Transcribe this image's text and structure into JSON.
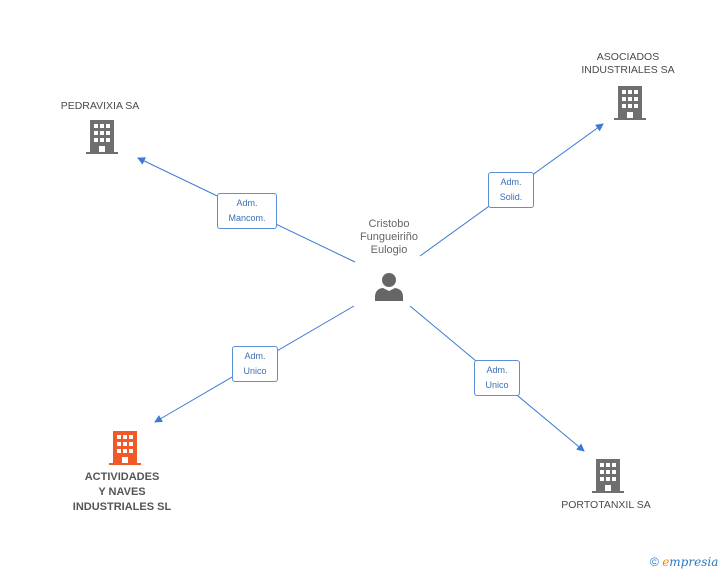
{
  "center": {
    "label": "Cristobo\nFungueiriño\nEulogio",
    "icon": "person-icon"
  },
  "companies": [
    {
      "id": "pedravixia",
      "label": "PEDRAVIXIA SA",
      "icon": "building-icon",
      "color": "#6f6f6f"
    },
    {
      "id": "asociados",
      "label": "ASOCIADOS\nINDUSTRIALES SA",
      "icon": "building-icon",
      "color": "#6f6f6f"
    },
    {
      "id": "actividades",
      "label": "ACTIVIDADES\nY NAVES\nINDUSTRIALES SL",
      "icon": "building-icon",
      "color": "#f05a28"
    },
    {
      "id": "portotanxil",
      "label": "PORTOTANXIL SA",
      "icon": "building-icon",
      "color": "#6f6f6f"
    }
  ],
  "edges": [
    {
      "to": "pedravixia",
      "label": "Adm.\nMancom."
    },
    {
      "to": "asociados",
      "label": "Adm.\nSolid."
    },
    {
      "to": "actividades",
      "label": "Adm.\nUnico"
    },
    {
      "to": "portotanxil",
      "label": "Adm.\nUnico"
    }
  ],
  "footer": {
    "copyright": "©",
    "brand_initial": "e",
    "brand_rest": "mpresia"
  },
  "colors": {
    "edge": "#3b7ad6",
    "person": "#666666"
  }
}
